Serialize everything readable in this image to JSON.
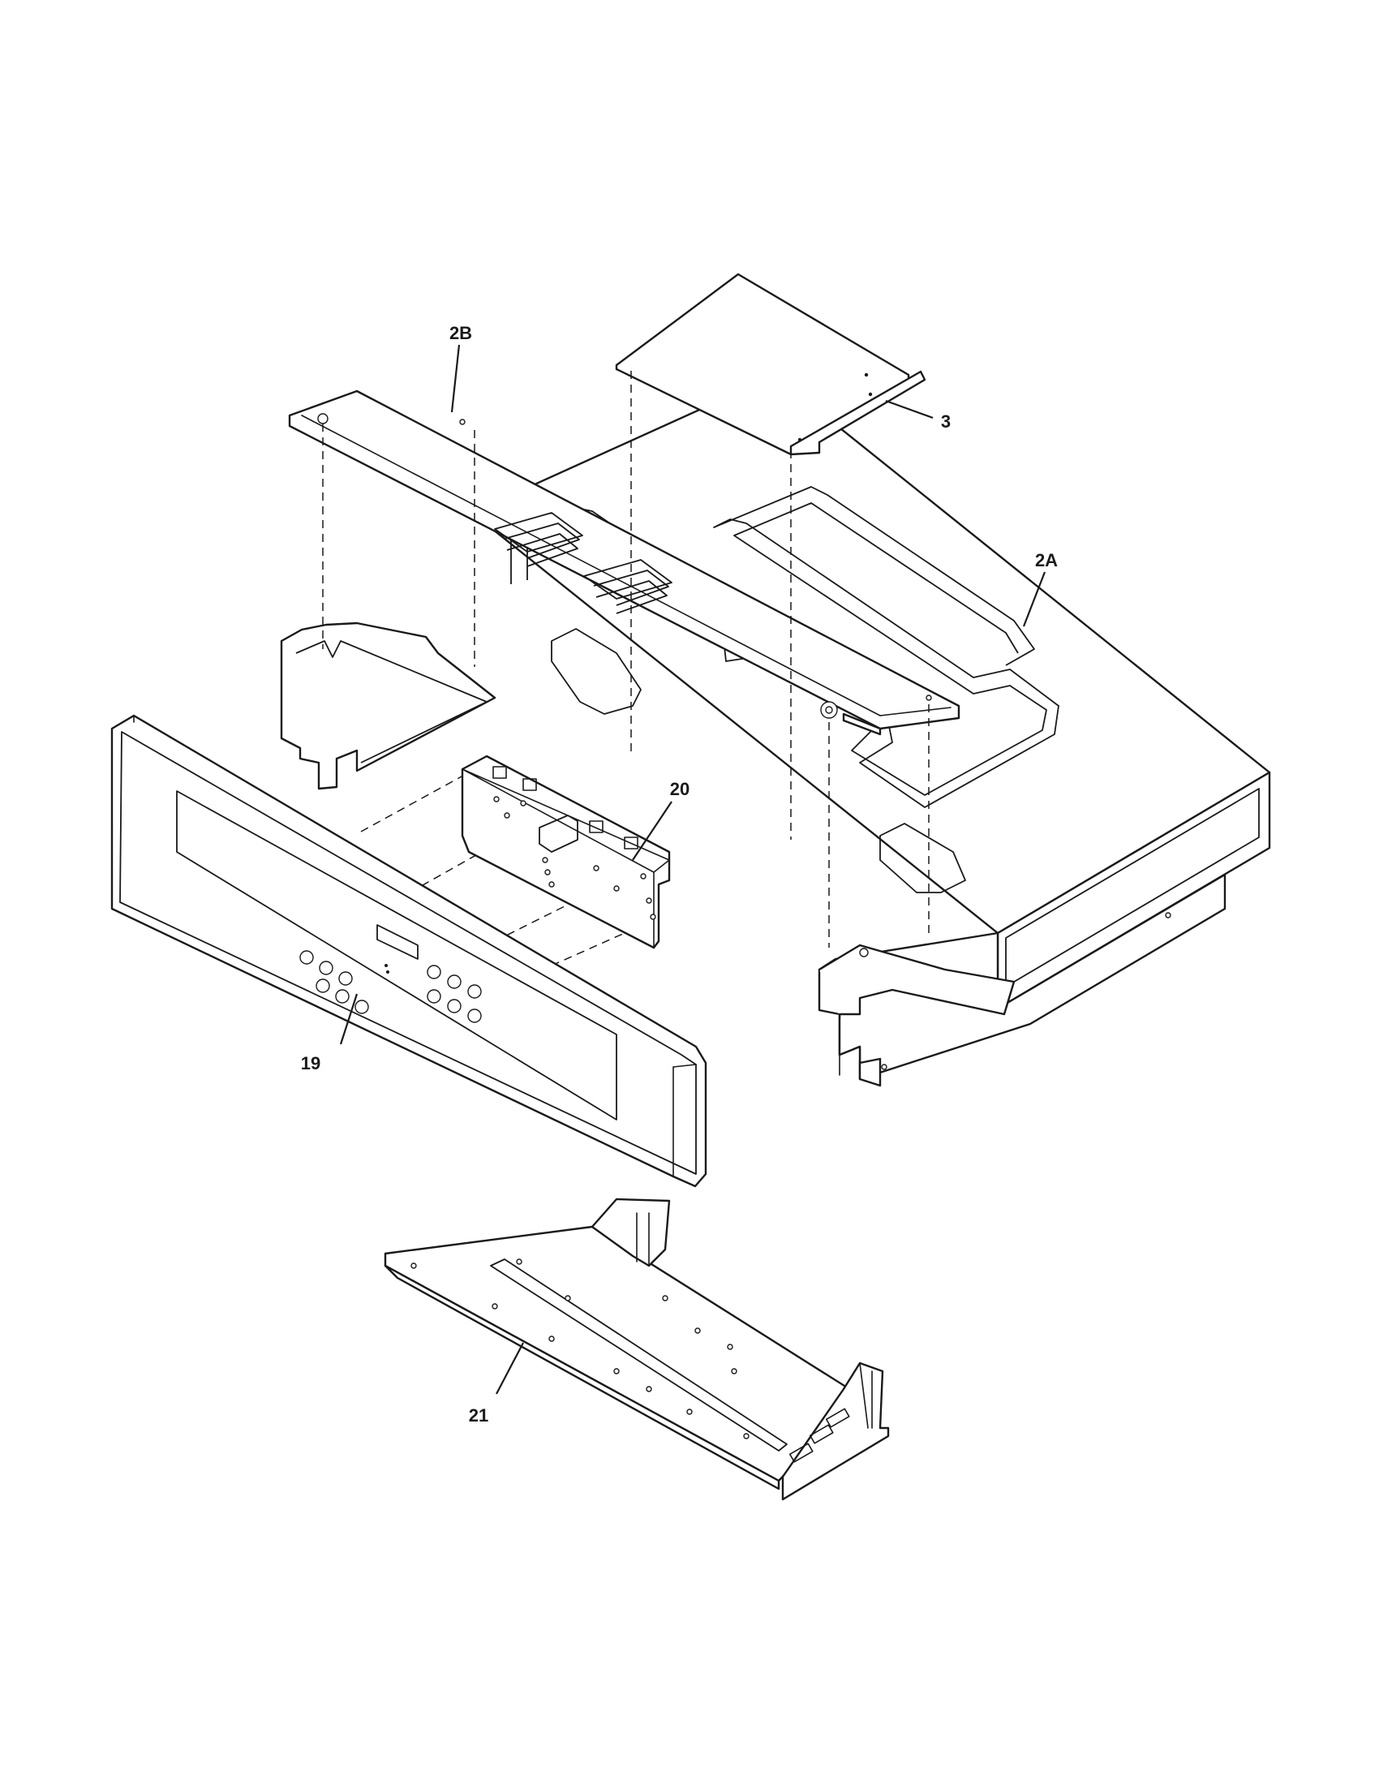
{
  "callouts": {
    "part_2b": "2B",
    "part_3": "3",
    "part_2a": "2A",
    "part_20": "20",
    "part_19": "19",
    "part_21": "21"
  }
}
